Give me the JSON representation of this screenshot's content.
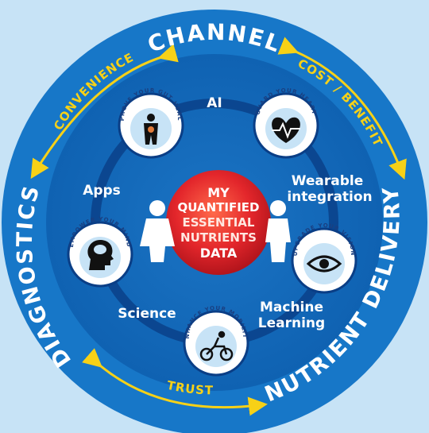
{
  "outer": {
    "top": "CHANNEL",
    "left": "DIAGNOSTICS",
    "right": "NUTRIENT DELIVERY"
  },
  "arrows": {
    "top_left": "CONVENIENCE",
    "top_right": "COST / BENEFIT",
    "bottom": "TRUST"
  },
  "technologies": {
    "ai": "AI",
    "apps": "Apps",
    "wearable_1": "Wearable",
    "wearable_2": "integration",
    "science": "Science",
    "ml_1": "Machine",
    "ml_2": "Learning"
  },
  "center": {
    "line1": "MY",
    "line2": "QUANTIFIED",
    "line3": "ESSENTIAL",
    "line4": "NUTRIENTS",
    "line5": "DATA"
  },
  "badges": {
    "gut": "IMPROVE YOUR GUT HEALTH",
    "heart": "GUARD YOUR HEART",
    "mind": "EMPOWER YOUR MIND",
    "vision": "UPGRADE YOUR VISION",
    "mobility": "ENHANCE YOUR MOBILITY"
  },
  "colors": {
    "outer_blue": "#1777c8",
    "inner_blue": "#0e5fae",
    "ring_dark": "#0a3e86",
    "arrow_yellow": "#f7d117",
    "center_red": "#e3262b",
    "badge_navy": "#1a3f80"
  },
  "icons": {
    "gut": "gut-health-icon",
    "heart": "heartbeat-icon",
    "mind": "brain-head-icon",
    "vision": "eye-icon",
    "mobility": "cyclist-icon",
    "people": "person-icon"
  }
}
